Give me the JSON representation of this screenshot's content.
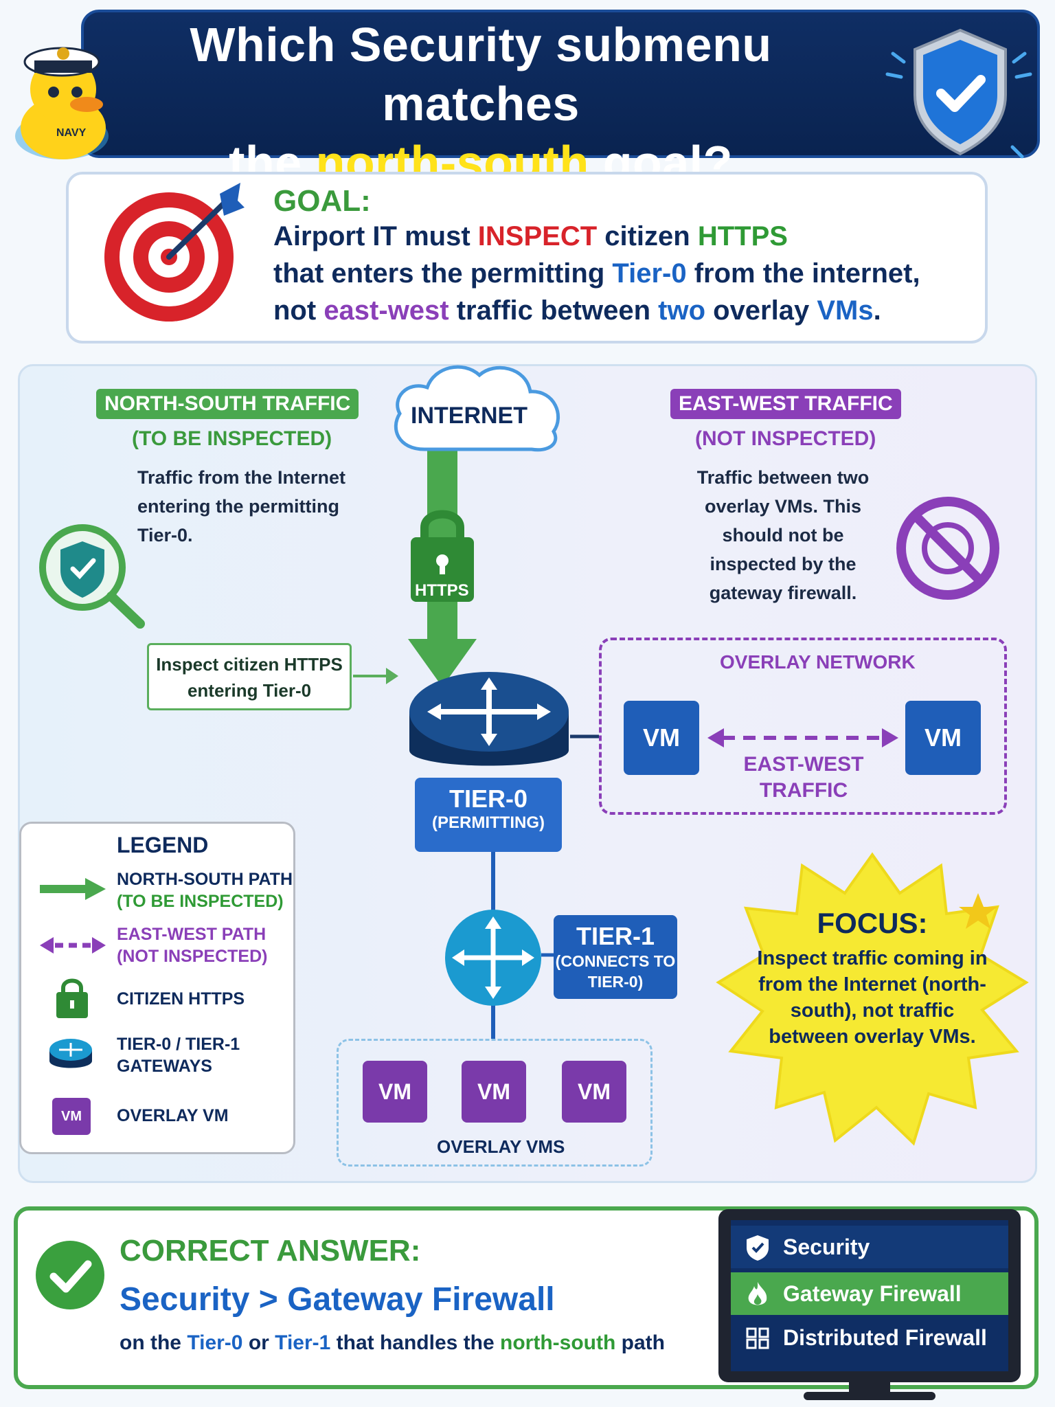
{
  "header": {
    "title_line1": "Which Security submenu matches",
    "title_line2_pre": "the ",
    "title_line2_highlight": "north-south",
    "title_line2_post": " goal?",
    "mascot_text": "NAVY"
  },
  "goal": {
    "label": "GOAL:",
    "line1": [
      "Airport IT must ",
      "INSPECT",
      " citizen ",
      "HTTPS"
    ],
    "line2": [
      "that enters the permitting ",
      "Tier-0",
      " from the internet,"
    ],
    "line3": [
      "not ",
      "east-west",
      " traffic between ",
      "two",
      " overlay ",
      "VMs",
      "."
    ]
  },
  "north_south": {
    "title": "NORTH-SOUTH TRAFFIC",
    "subtitle": "(TO BE INSPECTED)",
    "description": "Traffic from the Internet entering the permitting Tier-0."
  },
  "east_west": {
    "title": "EAST-WEST TRAFFIC",
    "subtitle": "(NOT INSPECTED)",
    "description": "Traffic between two overlay VMs. This should not be inspected by the gateway firewall."
  },
  "diagram": {
    "internet_label": "INTERNET",
    "https_label": "HTTPS",
    "inspect_box_text": "Inspect citizen HTTPS entering Tier-0",
    "overlay_network_label": "OVERLAY NETWORK",
    "vm_label": "VM",
    "east_west_traffic_label": "EAST-WEST TRAFFIC",
    "tier0_title": "TIER-0",
    "tier0_sub": "(PERMITTING)",
    "tier1_title": "TIER-1",
    "tier1_sub": "(CONNECTS TO TIER-0)",
    "overlay_vms_label": "OVERLAY VMS"
  },
  "legend": {
    "title": "LEGEND",
    "items": [
      {
        "line1": "NORTH-SOUTH PATH",
        "line2": "(TO BE INSPECTED)",
        "color": "#2f9a35"
      },
      {
        "line1": "EAST-WEST PATH",
        "line2": "(NOT INSPECTED)",
        "color": "#8a3fb8"
      },
      {
        "line1": "CITIZEN HTTPS",
        "line2": "",
        "color": "#0e2a5c"
      },
      {
        "line1": "TIER-0 / TIER-1",
        "line2": "GATEWAYS",
        "color": "#0e2a5c"
      },
      {
        "line1": "OVERLAY VM",
        "line2": "",
        "color": "#0e2a5c"
      }
    ],
    "vm_icon_label": "VM"
  },
  "focus": {
    "title": "FOCUS:",
    "text": "Inspect traffic coming in from the Internet (north-south), not traffic between overlay VMs."
  },
  "answer": {
    "label": "CORRECT ANSWER:",
    "path_part1": "Security",
    "path_sep": " > ",
    "path_part2": "Gateway Firewall",
    "note": [
      "on the ",
      "Tier-0",
      " or ",
      "Tier-1",
      " that handles the ",
      "north-south",
      " path"
    ]
  },
  "menu": {
    "items": [
      "Security",
      "Gateway Firewall",
      "Distributed Firewall"
    ]
  },
  "colors": {
    "navy": "#0f2e64",
    "green": "#4aa84e",
    "purple": "#8a3fb8",
    "blue": "#1f5eb8",
    "red": "#d8232a",
    "yellow": "#ffe21a"
  }
}
